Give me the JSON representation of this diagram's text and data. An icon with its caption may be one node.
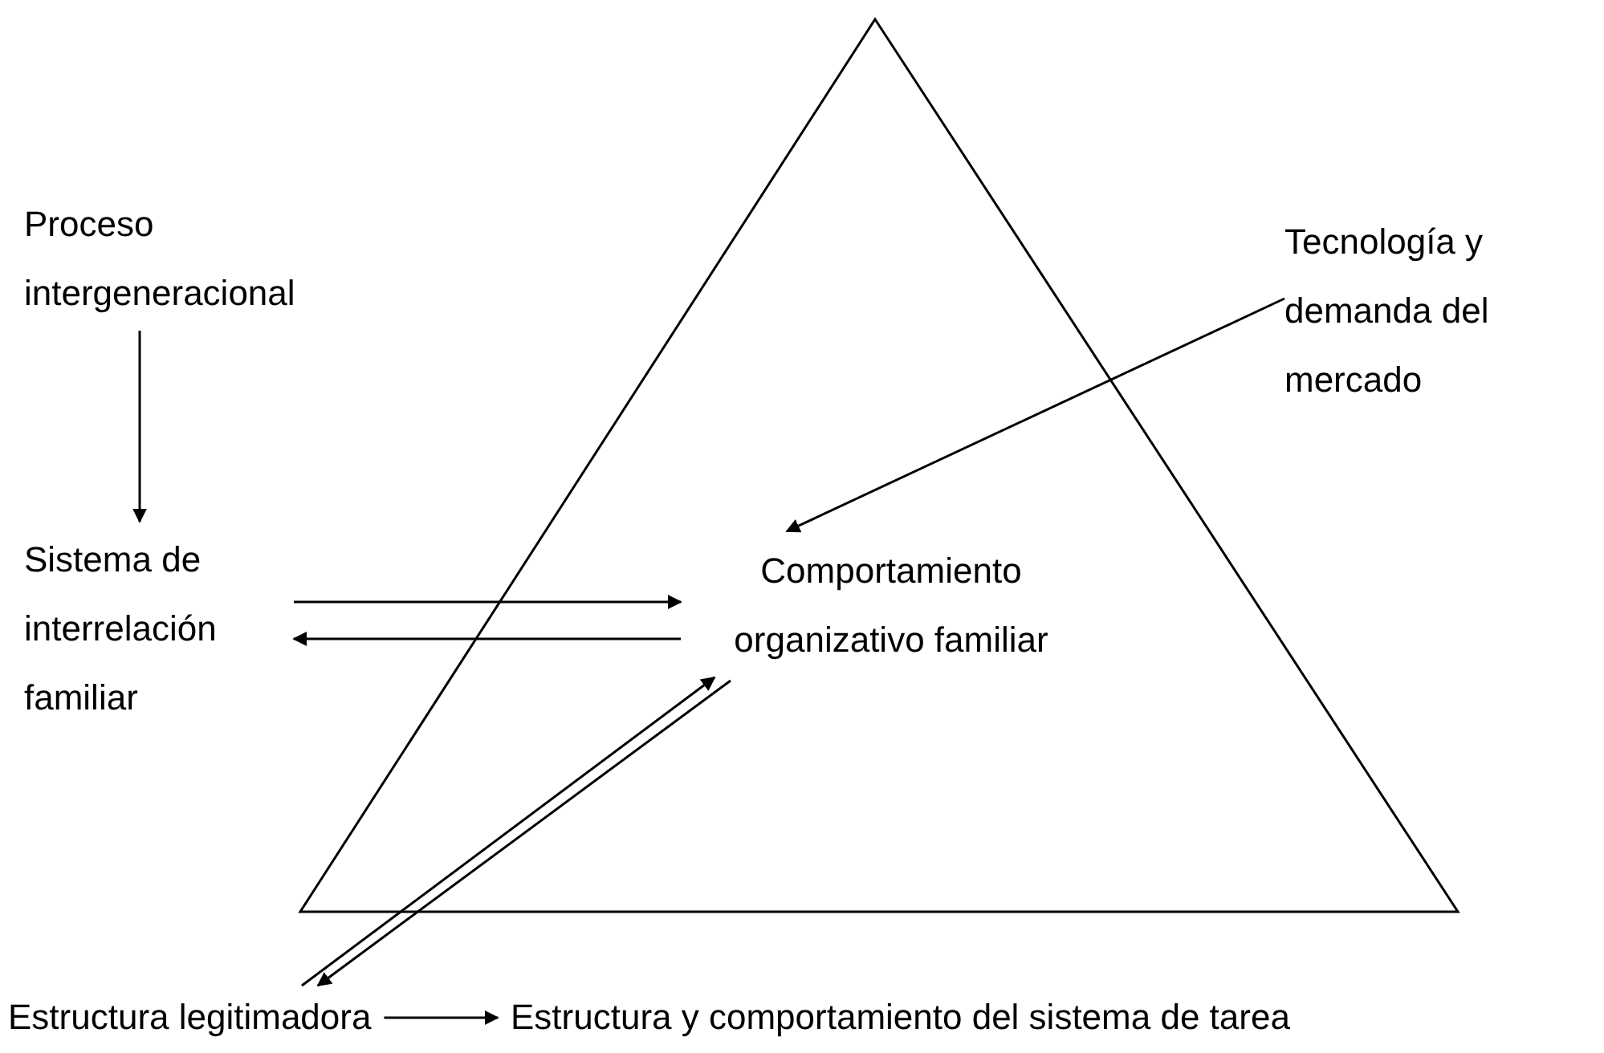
{
  "diagram": {
    "nodes": [
      {
        "text": [
          "Proceso intergeneracional"
        ]
      },
      {
        "text": [
          "Sistema de interrelación familiar"
        ]
      },
      {
        "text": [
          "Comportamiento organizativo familiar"
        ]
      },
      {
        "text": [
          "Tecnología y demanda del mercado"
        ]
      },
      {
        "text": [
          "Estructura legitimadora"
        ]
      },
      {
        "text": [
          "Estructura y comportamiento del sistema de tarea"
        ]
      }
    ],
    "edges": [
      {
        "from": 0,
        "to": 1,
        "arrow": "to"
      },
      {
        "from": 1,
        "to": 2,
        "arrow": "to"
      },
      {
        "from": 2,
        "to": 1,
        "arrow": "to"
      },
      {
        "from": 3,
        "to": 2,
        "arrow": "to"
      },
      {
        "from": 4,
        "to": 2,
        "arrow": "to"
      },
      {
        "from": 2,
        "to": 4,
        "arrow": "to"
      },
      {
        "from": 4,
        "to": 5,
        "arrow": "to"
      }
    ]
  }
}
